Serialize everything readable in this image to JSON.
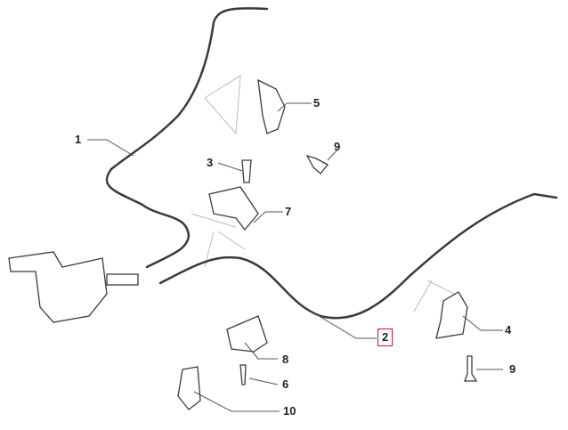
{
  "diagram": {
    "callouts": [
      {
        "id": "1",
        "label": "1"
      },
      {
        "id": "2",
        "label": "2",
        "highlighted": true
      },
      {
        "id": "3",
        "label": "3"
      },
      {
        "id": "4",
        "label": "4"
      },
      {
        "id": "5",
        "label": "5"
      },
      {
        "id": "6",
        "label": "6"
      },
      {
        "id": "7",
        "label": "7"
      },
      {
        "id": "8",
        "label": "8"
      },
      {
        "id": "9a",
        "label": "9"
      },
      {
        "id": "9b",
        "label": "9"
      },
      {
        "id": "10",
        "label": "10"
      }
    ],
    "colors": {
      "line": "#3a3a3a",
      "highlight": "#d0141e",
      "guide": "#bbbbbb"
    }
  }
}
